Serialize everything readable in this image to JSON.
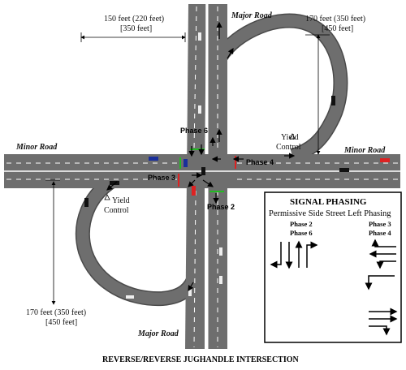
{
  "labels": {
    "major_road_top": "Major Road",
    "major_road_bottom": "Major Road",
    "minor_road_left": "Minor Road",
    "minor_road_right": "Minor Road",
    "dim_top_1": "150 feet (220 feet)",
    "dim_top_2": "[350 feet]",
    "dim_right_1": "170 feet (350 feet)",
    "dim_right_2": "[450 feet]",
    "dim_left_1": "170 feet (350 feet)",
    "dim_left_2": "[450 feet]",
    "yield_right_1": "Yield",
    "yield_right_2": "Control",
    "yield_left_1": "Yield",
    "yield_left_2": "Control",
    "phase_6": "Phase 6",
    "phase_4": "Phase 4",
    "phase_3": "Phase 3",
    "phase_2": "Phase 2",
    "caption": "REVERSE/REVERSE JUGHANDLE INTERSECTION"
  },
  "signal_box": {
    "title": "SIGNAL PHASING",
    "subtitle": "Permissive Side Street Left Phasing",
    "col1_a": "Phase 2",
    "col1_b": "Phase 6",
    "col2_a": "Phase 3",
    "col2_b": "Phase 4"
  },
  "colors": {
    "road": "#6e6e6e",
    "road_edge": "#4a4a4a",
    "lane_marking": "#ffffff",
    "signal_green": "#22bb22",
    "signal_red": "#dd2222"
  }
}
